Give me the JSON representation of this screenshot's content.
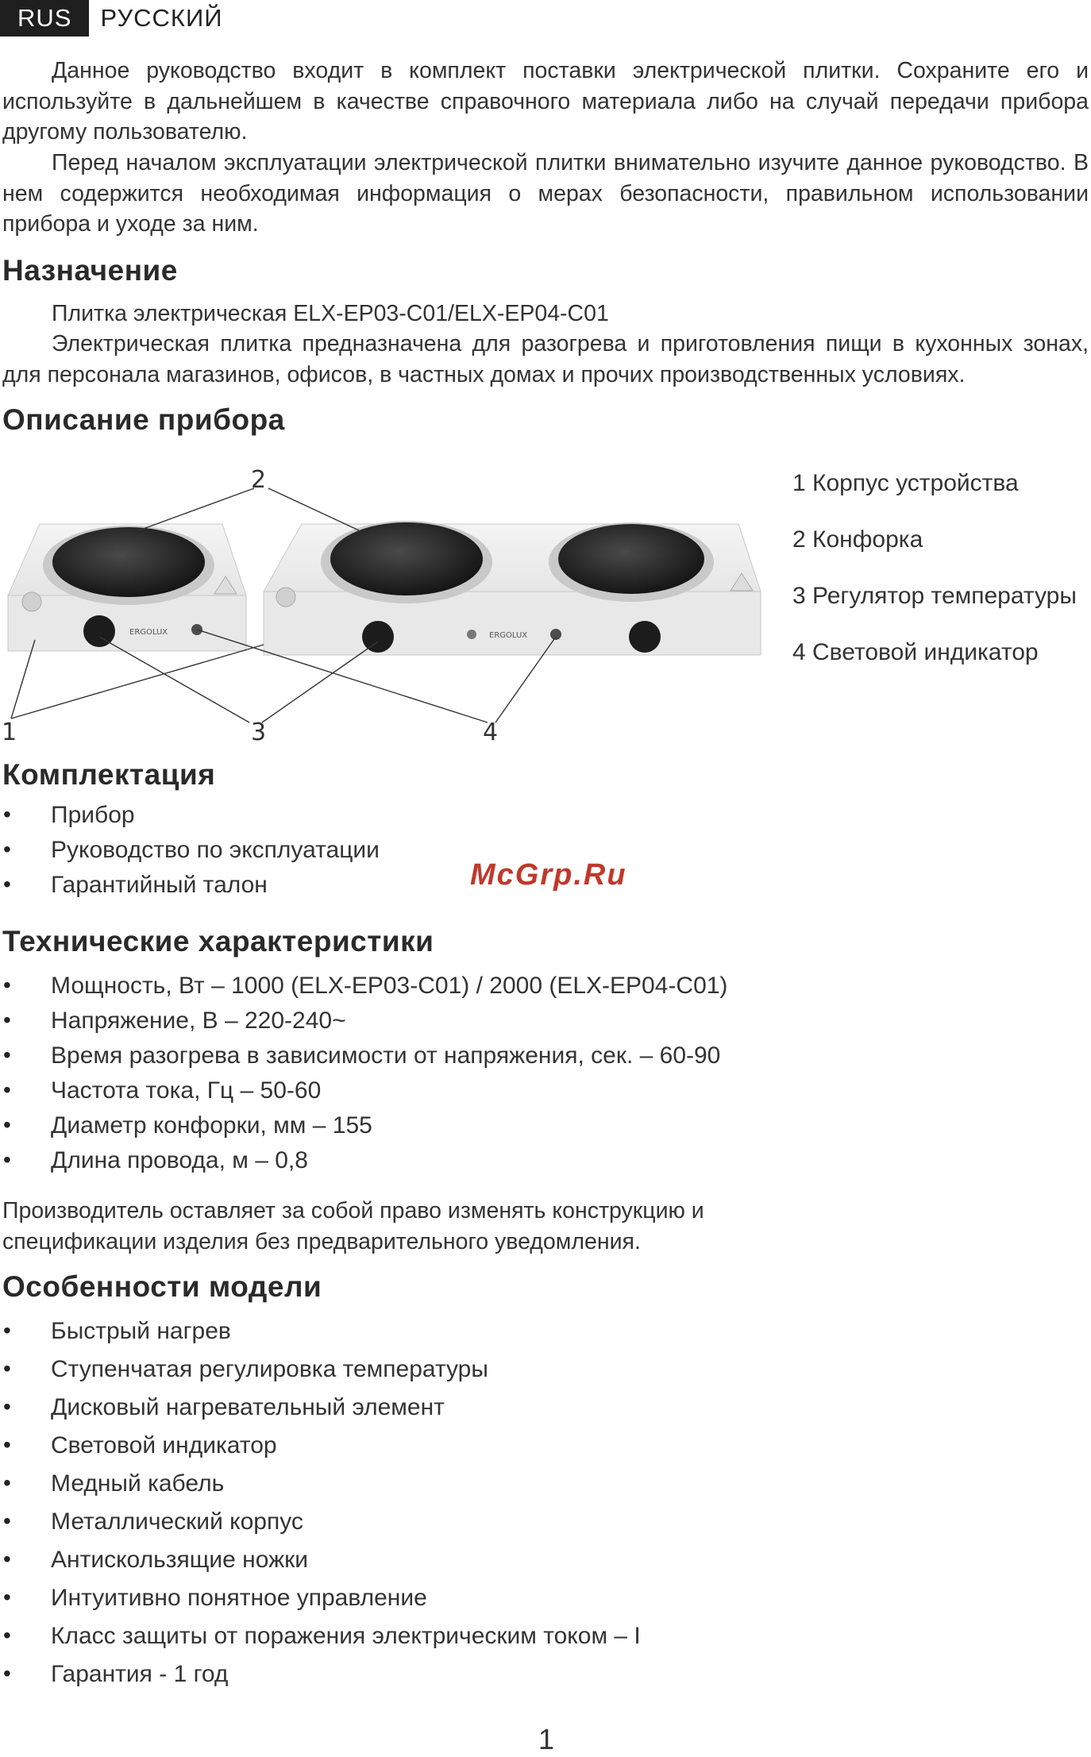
{
  "header": {
    "lang_code": "RUS",
    "lang_name": "РУССКИЙ"
  },
  "intro": {
    "p1": "Данное руководство входит в комплект поставки электрической плитки. Сохраните его и используйте в дальнейшем в качестве справочного материала либо на случай передачи прибора другому пользователю.",
    "p2": "Перед началом эксплуатации электрической плитки внимательно изучите данное руководство. В нем содержится необходимая информация о мерах безопасности, правильном использовании прибора и уходе за ним."
  },
  "purpose": {
    "heading": "Назначение",
    "model": "Плитка электрическая ELX-EP03-C01/ELX-EP04-C01",
    "text": "Электрическая плитка предназначена для разогрева и приготовления пищи в кухонных зонах, для персонала магазинов, офисов, в частных домах и прочих производственных условиях."
  },
  "description": {
    "heading": "Описание прибора",
    "brand": "ERGOLUX",
    "callouts": [
      "1",
      "2",
      "3",
      "4"
    ],
    "legend": [
      "1 Корпус устройства",
      "2 Конфорка",
      "3 Регулятор температуры",
      "4 Световой индикатор"
    ]
  },
  "package": {
    "heading": "Комплектация",
    "items": [
      "Прибор",
      "Руководство по эксплуатации",
      "Гарантийный талон"
    ]
  },
  "watermark": "McGrp.Ru",
  "specs": {
    "heading": "Технические характеристики",
    "items": [
      "Мощность, Вт – 1000 (ELX-EP03-C01) / 2000 (ELX-EP04-C01)",
      "Напряжение, В – 220-240~",
      "Время разогрева в зависимости от напряжения, сек. – 60-90",
      "Частота тока, Гц – 50-60",
      "Диаметр конфорки, мм – 155",
      "Длина провода, м – 0,8"
    ],
    "note": "Производитель оставляет за собой право изменять конструкцию и спецификации изделия без предварительного уведомления."
  },
  "features": {
    "heading": "Особенности модели",
    "items": [
      "Быстрый нагрев",
      "Ступенчатая регулировка температуры",
      "Дисковый нагревательный элемент",
      "Световой индикатор",
      "Медный кабель",
      "Металлический корпус",
      "Антискользящие ножки",
      "Интуитивно понятное управление",
      "Класс защиты от поражения электрическим током – I",
      "Гарантия - 1 год"
    ]
  },
  "page_number": "1"
}
